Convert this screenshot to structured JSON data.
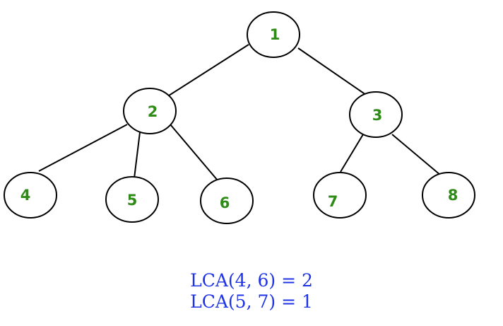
{
  "colors": {
    "node_label": "#2e8b17",
    "caption": "#1f33e6",
    "edge": "#000000"
  },
  "tree": {
    "nodes": [
      {
        "id": "n1",
        "label": "1"
      },
      {
        "id": "n2",
        "label": "2"
      },
      {
        "id": "n3",
        "label": "3"
      },
      {
        "id": "n4",
        "label": "4"
      },
      {
        "id": "n5",
        "label": "5"
      },
      {
        "id": "n6",
        "label": "6"
      },
      {
        "id": "n7",
        "label": "7"
      },
      {
        "id": "n8",
        "label": "8"
      }
    ],
    "edges": [
      {
        "from": "n1",
        "to": "n2"
      },
      {
        "from": "n1",
        "to": "n3"
      },
      {
        "from": "n2",
        "to": "n4"
      },
      {
        "from": "n2",
        "to": "n5"
      },
      {
        "from": "n2",
        "to": "n6"
      },
      {
        "from": "n3",
        "to": "n7"
      },
      {
        "from": "n3",
        "to": "n8"
      }
    ]
  },
  "caption": {
    "line1": "LCA(4, 6) = 2",
    "line2": "LCA(5, 7) = 1"
  }
}
